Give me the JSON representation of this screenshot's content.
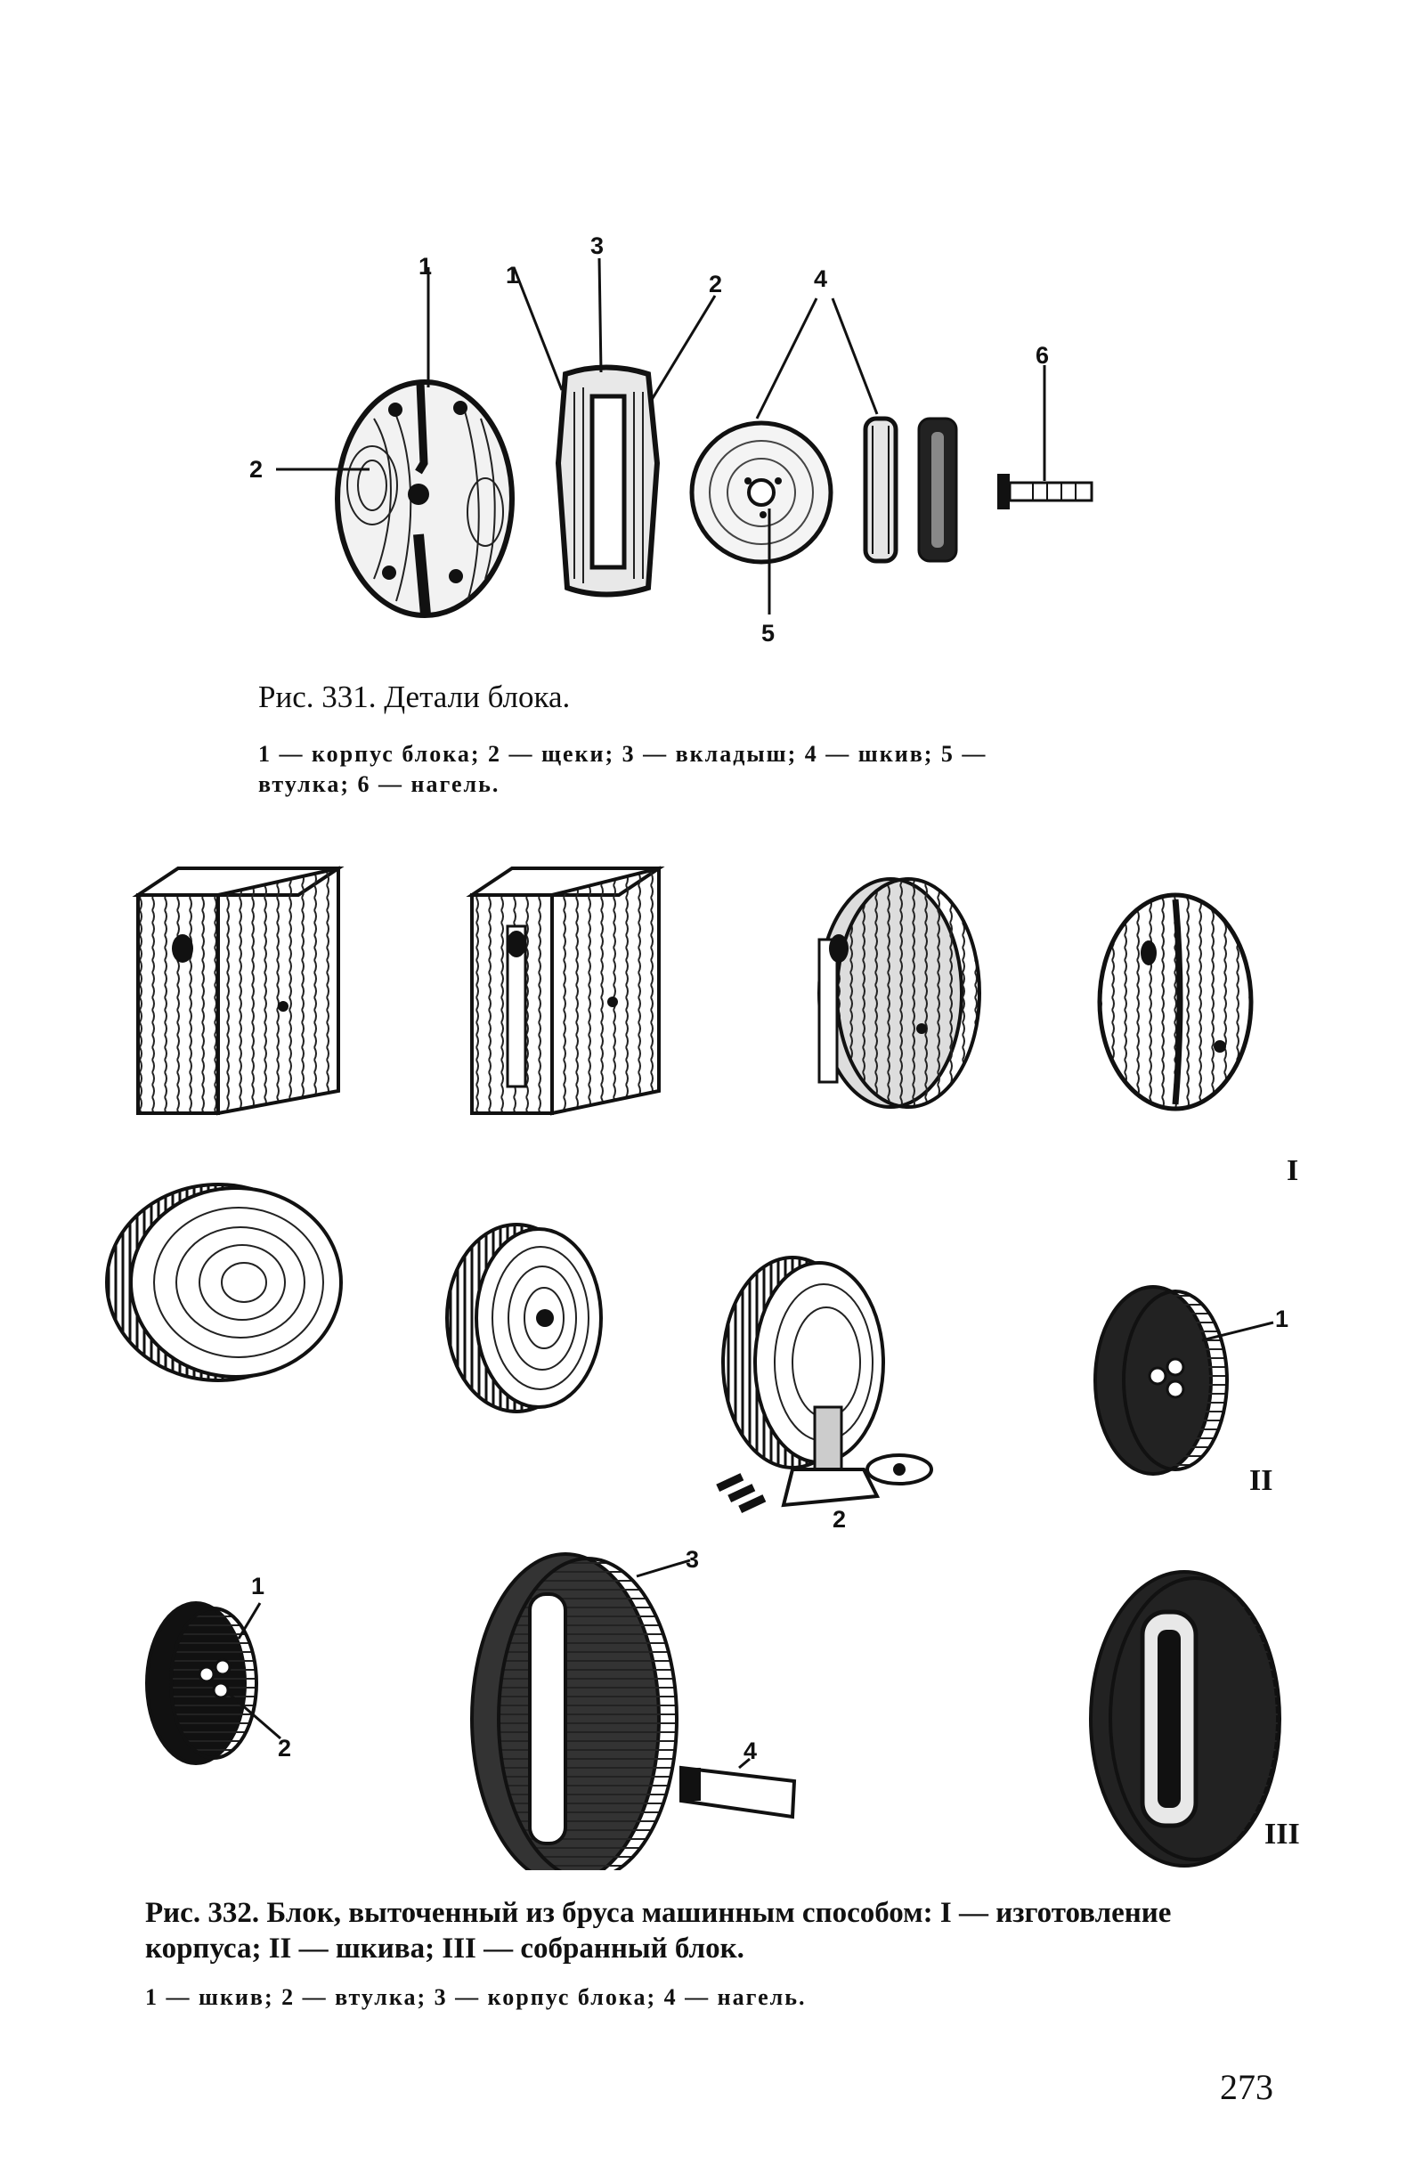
{
  "fig331": {
    "callouts": {
      "c1a": "1",
      "c1b": "1",
      "c3": "3",
      "c2a": "2",
      "c2b": "2",
      "c4": "4",
      "c6": "6",
      "c5": "5"
    },
    "title": "Рис. 331. Детали блока.",
    "legend_line1": "1 — корпус блока; 2 — щеки; 3 — вкладыш; 4 — шкив; 5 —",
    "legend_line2": "втулка; 6 — нагель."
  },
  "fig332": {
    "roman": {
      "r1": "I",
      "r2": "II",
      "r3": "III"
    },
    "callouts": {
      "a1": "1",
      "a2": "2",
      "b1": "1",
      "b2": "2",
      "b3": "3",
      "b4": "4"
    },
    "title_line1": "Рис. 332. Блок, выточенный из бруса машинным способом: I — изготовление",
    "title_line2": "корпуса; II — шкива; III — собранный блок.",
    "legend": "1 — шкив; 2 — втулка; 3 — корпус блока; 4 — нагель."
  },
  "page_number": "273"
}
